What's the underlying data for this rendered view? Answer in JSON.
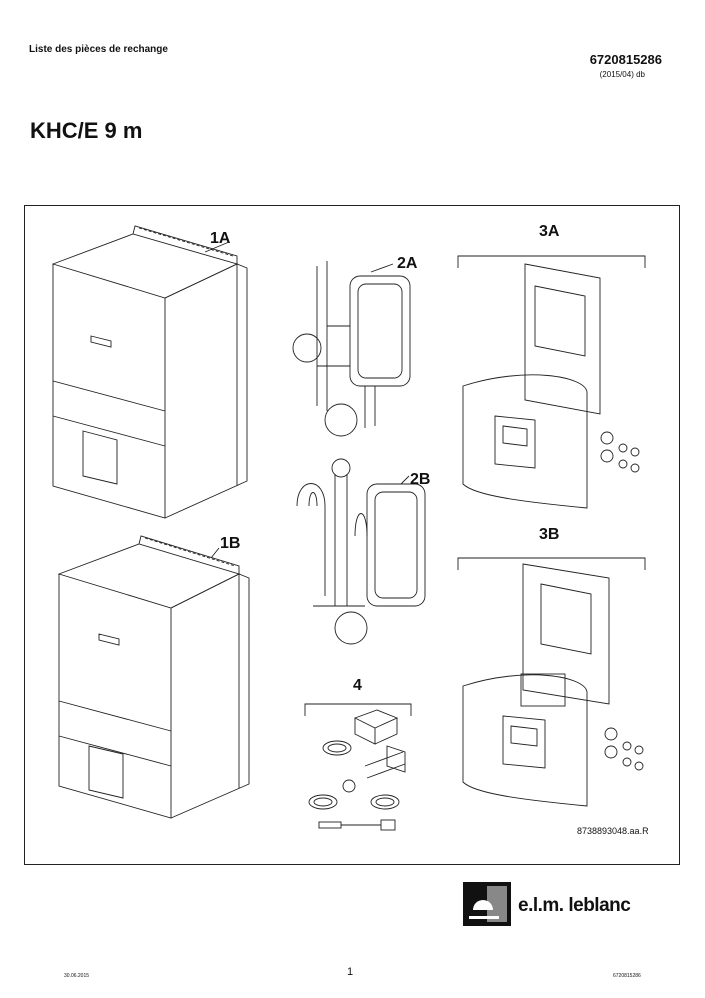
{
  "header": {
    "doc_label": "Liste des pièces de rechange",
    "doc_number": "6720815286",
    "doc_date": "(2015/04) db"
  },
  "product": {
    "title": "KHC/E 9 m"
  },
  "diagram": {
    "callouts": [
      "1A",
      "1B",
      "2A",
      "2B",
      "3A",
      "3B",
      "4"
    ],
    "reference": "8738893048.aa.R"
  },
  "logo": {
    "brand": "e.l.m. leblanc"
  },
  "footer": {
    "date": "30.06.2015",
    "page": "1",
    "doc_number": "6720815286"
  }
}
